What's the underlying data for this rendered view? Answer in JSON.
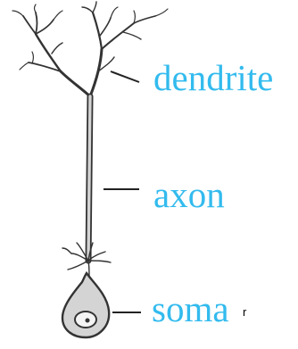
{
  "labels": {
    "dendrite": "dendrite",
    "axon": "axon",
    "soma": "soma"
  },
  "stray_mark": "r",
  "colors": {
    "label": "#33bbee",
    "outline": "#333333",
    "fill": "#d4d4d4",
    "nucleus": "#f4f4f4",
    "pointer": "#222222"
  }
}
